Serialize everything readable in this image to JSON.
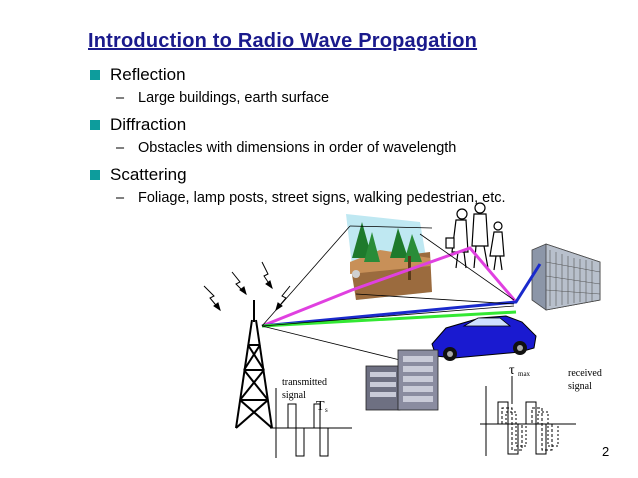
{
  "slide": {
    "title": "Introduction to Radio Wave Propagation",
    "page_number": "2",
    "bullets": [
      {
        "label": "Reflection",
        "sub": "Large buildings, earth surface"
      },
      {
        "label": "Diffraction",
        "sub": "Obstacles with dimensions in order of wavelength"
      },
      {
        "label": "Scattering",
        "sub": "Foliage, lamp posts, street signs, walking pedestrian, etc."
      }
    ],
    "sub_dash": "–"
  },
  "figure": {
    "transmitted_label_1": "transmitted",
    "transmitted_label_2": "signal",
    "ts_main": "T",
    "ts_sub": "s",
    "tau_main": "τ",
    "tau_sub": "max",
    "received_label_1": "received",
    "received_label_2": "signal",
    "colors": {
      "title": "#1a1a8c",
      "bullet": "#0d9c9c",
      "ray_magenta": "#e040e0",
      "ray_blue": "#1a2acc",
      "ray_green": "#33e833",
      "car": "#1a1ad0"
    },
    "icons": [
      "antenna-tower-icon",
      "lightning-wave-icon",
      "tree-landscape-icon",
      "pedestrians-icon",
      "office-building-icon",
      "car-icon",
      "server-building-icon"
    ]
  }
}
